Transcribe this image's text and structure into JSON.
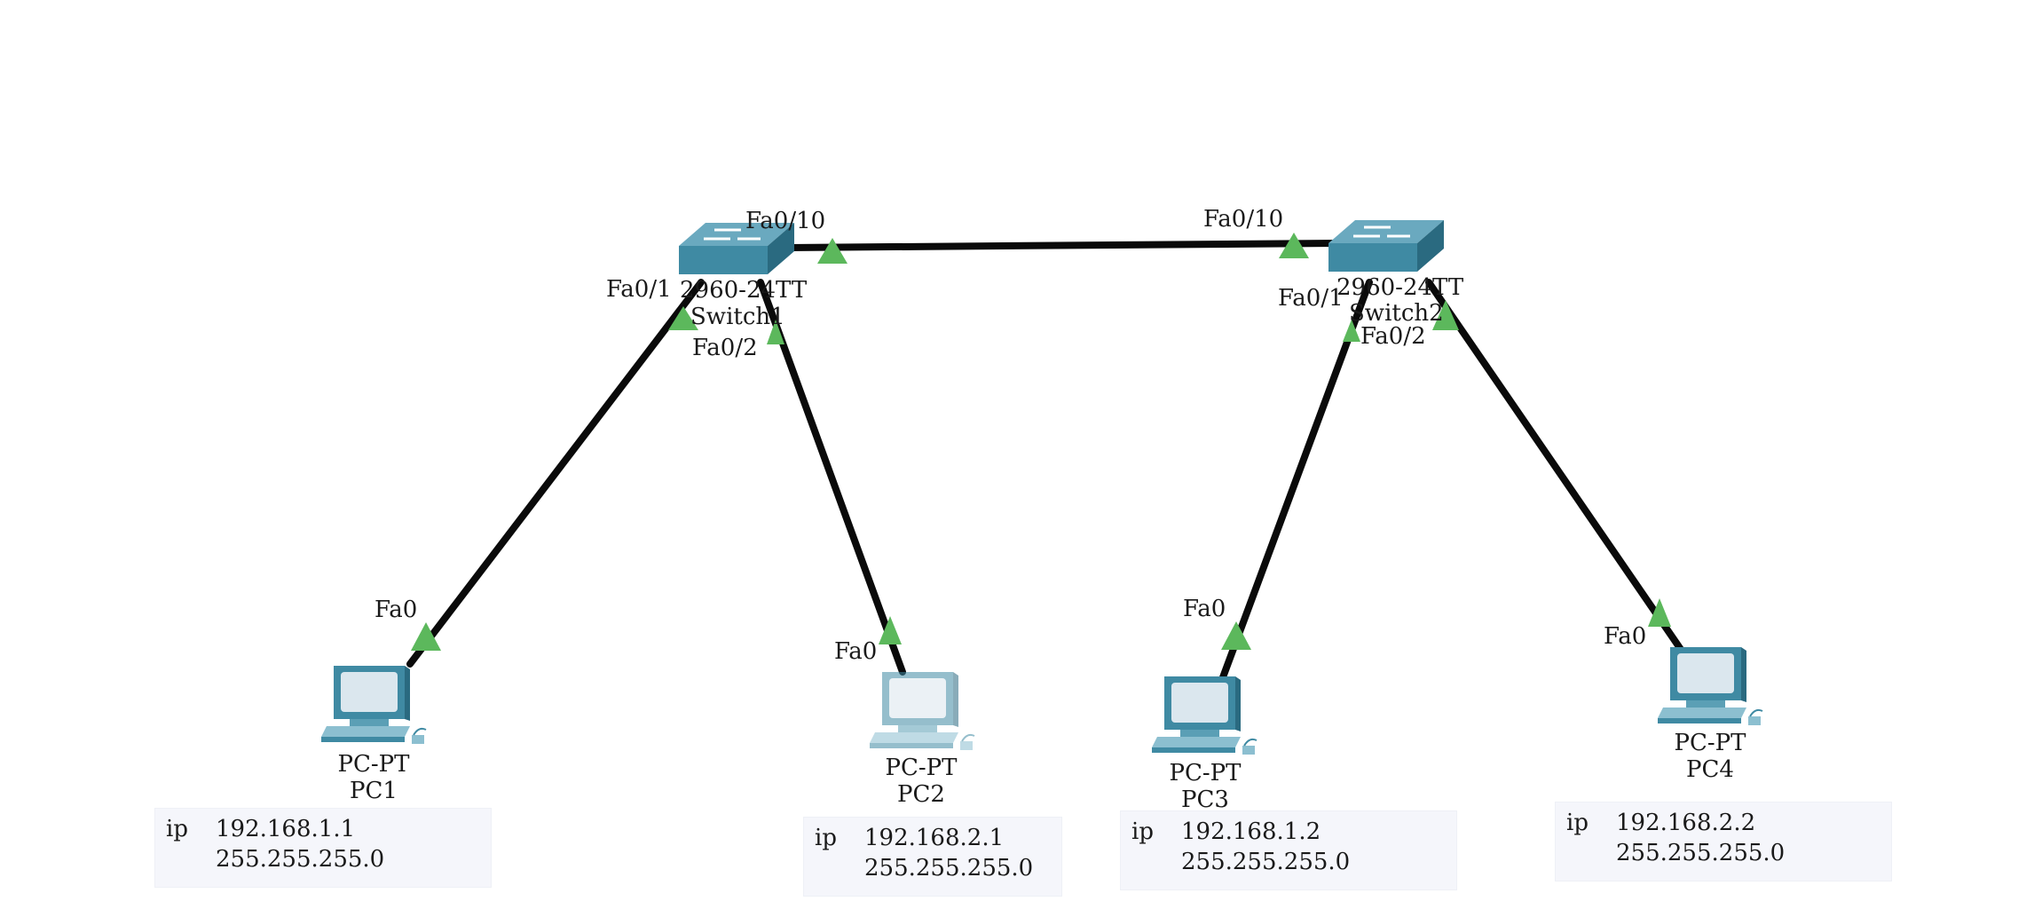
{
  "colors": {
    "link": "#0a0a0a",
    "port_up": "#5cb85c",
    "device": "#3f8aa3",
    "note_bg": "#f5f6fb"
  },
  "switches": [
    {
      "id": "switch1",
      "model": "2960-24TT",
      "name": "Switch1",
      "icon": "switch-icon"
    },
    {
      "id": "switch2",
      "model": "2960-24TT",
      "name": "Switch2",
      "icon": "switch-icon"
    }
  ],
  "pcs": [
    {
      "id": "pc1",
      "model": "PC-PT",
      "name": "PC1",
      "icon": "pc-icon",
      "ip": "192.168.1.1",
      "mask": "255.255.255.0"
    },
    {
      "id": "pc2",
      "model": "PC-PT",
      "name": "PC2",
      "icon": "pc-icon",
      "ip": "192.168.2.1",
      "mask": "255.255.255.0"
    },
    {
      "id": "pc3",
      "model": "PC-PT",
      "name": "PC3",
      "icon": "pc-icon",
      "ip": "192.168.1.2",
      "mask": "255.255.255.0"
    },
    {
      "id": "pc4",
      "model": "PC-PT",
      "name": "PC4",
      "icon": "pc-icon",
      "ip": "192.168.2.2",
      "mask": "255.255.255.0"
    }
  ],
  "note_key": "ip",
  "ports": {
    "sw1_trunk": "Fa0/10",
    "sw2_trunk": "Fa0/10",
    "sw1_p1": "Fa0/1",
    "sw1_p2": "Fa0/2",
    "sw2_p1": "Fa0/1",
    "sw2_p2": "Fa0/2",
    "pc1_nic": "Fa0",
    "pc2_nic": "Fa0",
    "pc3_nic": "Fa0",
    "pc4_nic": "Fa0"
  },
  "links": [
    {
      "from": "switch1",
      "from_port": "Fa0/10",
      "to": "switch2",
      "to_port": "Fa0/10"
    },
    {
      "from": "switch1",
      "from_port": "Fa0/1",
      "to": "pc1",
      "to_port": "Fa0"
    },
    {
      "from": "switch1",
      "from_port": "Fa0/2",
      "to": "pc2",
      "to_port": "Fa0"
    },
    {
      "from": "switch2",
      "from_port": "Fa0/1",
      "to": "pc3",
      "to_port": "Fa0"
    },
    {
      "from": "switch2",
      "from_port": "Fa0/2",
      "to": "pc4",
      "to_port": "Fa0"
    }
  ]
}
